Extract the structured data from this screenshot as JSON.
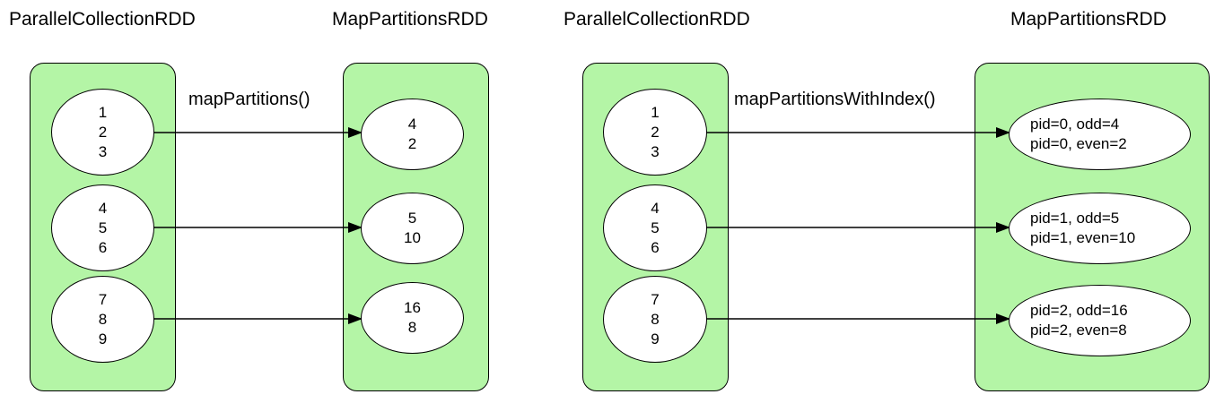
{
  "left": {
    "source_title": "ParallelCollectionRDD",
    "target_title": "MapPartitionsRDD",
    "operation": "mapPartitions()",
    "source_partitions": [
      [
        "1",
        "2",
        "3"
      ],
      [
        "4",
        "5",
        "6"
      ],
      [
        "7",
        "8",
        "9"
      ]
    ],
    "target_partitions": [
      [
        "4",
        "2"
      ],
      [
        "5",
        "10"
      ],
      [
        "16",
        "8"
      ]
    ]
  },
  "right": {
    "source_title": "ParallelCollectionRDD",
    "target_title": "MapPartitionsRDD",
    "operation": "mapPartitionsWithIndex()",
    "source_partitions": [
      [
        "1",
        "2",
        "3"
      ],
      [
        "4",
        "5",
        "6"
      ],
      [
        "7",
        "8",
        "9"
      ]
    ],
    "target_partitions": [
      [
        "pid=0, odd=4",
        "pid=0, even=2"
      ],
      [
        "pid=1, odd=5",
        "pid=1, even=10"
      ],
      [
        "pid=2, odd=16",
        "pid=2, even=8"
      ]
    ]
  },
  "colors": {
    "rdd_fill": "#b4f5a6",
    "node_fill": "#ffffff",
    "stroke": "#000000"
  }
}
